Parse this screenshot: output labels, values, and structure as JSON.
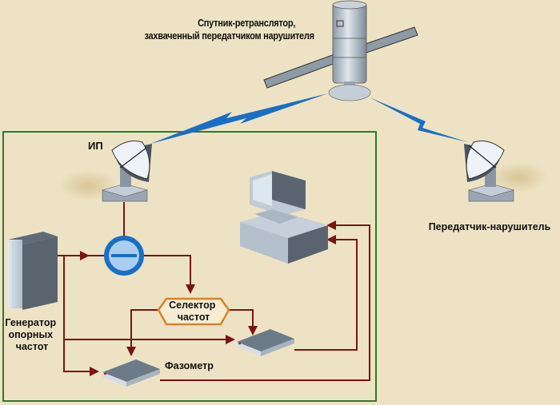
{
  "diagram": {
    "title": "Satellite transponder interference source localization scheme",
    "labels": {
      "satellite": [
        "Спутник-ретранслятор,",
        "захваченный передатчиком нарушителя"
      ],
      "ip_station": "ИП",
      "intruder": "Передатчик-нарушитель",
      "generator": [
        "Генератор",
        "опорных",
        "частот"
      ],
      "selector": [
        "Селектор",
        "частот"
      ],
      "phasemeter": "Фазометр"
    },
    "nodes": [
      {
        "id": "satellite",
        "kind": "satellite"
      },
      {
        "id": "ip_station",
        "kind": "dish-antenna"
      },
      {
        "id": "intruder",
        "kind": "dish-antenna"
      },
      {
        "id": "generator",
        "kind": "server-cabinet"
      },
      {
        "id": "comparator",
        "kind": "subtractor",
        "symbol": "minus"
      },
      {
        "id": "selector",
        "kind": "hexagon-block"
      },
      {
        "id": "receiver_upper",
        "kind": "network-device"
      },
      {
        "id": "phasemeter",
        "kind": "network-device"
      },
      {
        "id": "computer",
        "kind": "workstation"
      }
    ],
    "links": [
      {
        "from": "intruder",
        "to": "satellite",
        "type": "radio"
      },
      {
        "from": "satellite",
        "to": "ip_station",
        "type": "radio"
      },
      {
        "from": "ip_station",
        "to": "comparator",
        "type": "wire"
      },
      {
        "from": "generator",
        "to": "comparator",
        "type": "wire"
      },
      {
        "from": "comparator",
        "to": "selector",
        "type": "wire"
      },
      {
        "from": "selector",
        "to": "receiver_upper",
        "type": "wire"
      },
      {
        "from": "selector",
        "to": "phasemeter",
        "type": "wire"
      },
      {
        "from": "generator",
        "to": "receiver_upper",
        "type": "wire"
      },
      {
        "from": "generator",
        "to": "phasemeter",
        "type": "wire"
      },
      {
        "from": "receiver_upper",
        "to": "computer",
        "type": "wire"
      },
      {
        "from": "phasemeter",
        "to": "computer",
        "type": "wire"
      }
    ],
    "colors": {
      "background": "#ede3c4",
      "frame": "#2e7a2e",
      "wire": "#7a1414",
      "radio": "#1a6fc4",
      "comparator_fill": "#9cc6ee",
      "comparator_ring": "#1a6fc4",
      "selector_border": "#d9822b",
      "device_top": "#6c7b88",
      "device_front": "#d6dde4"
    }
  }
}
